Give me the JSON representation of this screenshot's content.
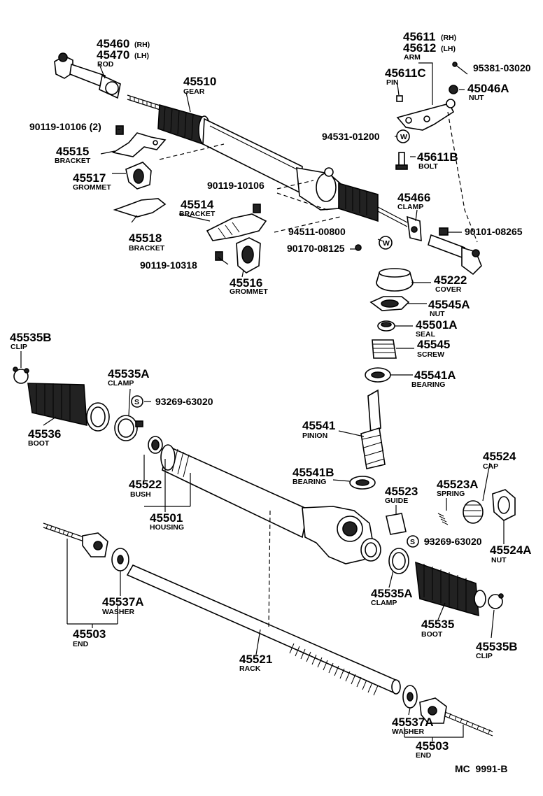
{
  "labels": {
    "p45460": "45460",
    "p45460_side": "(RH)",
    "p45470": "45470",
    "p45470_side": "(LH)",
    "rod": "ROD",
    "p45510": "45510",
    "gear": "GEAR",
    "p45611": "45611",
    "p45611_side": "(RH)",
    "p45612": "45612",
    "p45612_side": "(LH)",
    "arm": "ARM",
    "p95381": "95381-03020",
    "p45611c": "45611C",
    "pin": "PIN",
    "p45046a": "45046A",
    "nut_top": "NUT",
    "p90119_2": "90119-10106 (2)",
    "p94531": "94531-01200",
    "p45515": "45515",
    "bracket1": "BRACKET",
    "p45611b": "45611B",
    "bolt": "BOLT",
    "p45517": "45517",
    "grommet1": "GROMMET",
    "p90119_b": "90119-10106",
    "p45466": "45466",
    "clamp_top": "CLAMP",
    "p45514": "45514",
    "bracket2": "BRACKET",
    "p94511": "94511-00800",
    "p90101": "90101-08265",
    "p45518": "45518",
    "bracket3": "BRACKET",
    "p90170": "90170-08125",
    "p90119_c": "90119-10318",
    "p45516": "45516",
    "grommet2": "GROMMET",
    "p45222": "45222",
    "cover": "COVER",
    "p45545a": "45545A",
    "nut2": "NUT",
    "p45501a": "45501A",
    "seal": "SEAL",
    "p45545": "45545",
    "screw": "SCREW",
    "p45535b_l": "45535B",
    "clip_l": "CLIP",
    "p45535a_l": "45535A",
    "clamp_l": "CLAMP",
    "p93269_a": "93269-63020",
    "p45541a": "45541A",
    "bearing1": "BEARING",
    "p45536": "45536",
    "boot_l": "BOOT",
    "p45541": "45541",
    "pinion": "PINION",
    "p45524": "45524",
    "cap": "CAP",
    "p45541b": "45541B",
    "bearing2": "BEARING",
    "p45522": "45522",
    "bush": "BUSH",
    "p45523": "45523",
    "guide": "GUIDE",
    "p45523a": "45523A",
    "spring": "SPRING",
    "p45501": "45501",
    "housing": "HOUSING",
    "p93269_b": "93269-63020",
    "p45524a": "45524A",
    "nut3": "NUT",
    "p45537a_l": "45537A",
    "washer_l": "WASHER",
    "p45535a_r": "45535A",
    "clamp_r": "CLAMP",
    "p45535": "45535",
    "boot_r": "BOOT",
    "p45535b_r": "45535B",
    "clip_r": "CLIP",
    "p45503_l": "45503",
    "end_l": "END",
    "p45521": "45521",
    "rack": "RACK",
    "p45537a_r": "45537A",
    "washer_r": "WASHER",
    "p45503_r": "45503",
    "end_r": "END",
    "ref": "MC  9991-B",
    "w_sym1": "W",
    "w_sym2": "W",
    "s_sym1": "S",
    "s_sym2": "S"
  }
}
